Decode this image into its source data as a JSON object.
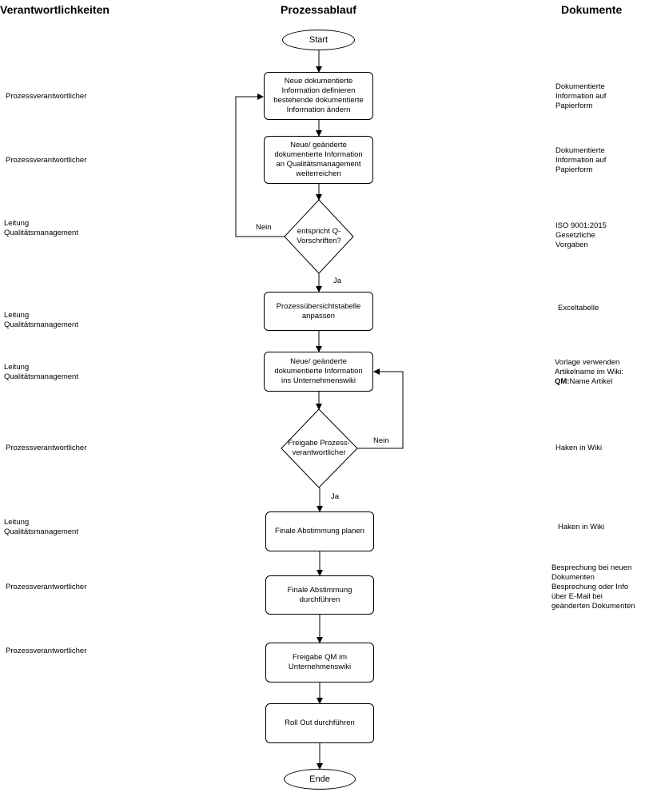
{
  "headers": {
    "responsibilities": "Verantwortlichkeiten",
    "process": "Prozessablauf",
    "documents": "Dokumente"
  },
  "nodes": {
    "start": "Start",
    "n1": "Neue dokumentierte Information definieren bestehende dokumentierte Information ändern",
    "n2": "Neue/ geänderte dokumentierte Information an Qualitätsmanagement weiterreichen",
    "d1": "entspricht Q-Vorschriften?",
    "n3": "Prozessübersichtstabelle anpassen",
    "n4": "Neue/ geänderte dokumentierte Information ins Unternehmenswiki",
    "d2": "Freigabe Prozess-verantwortlicher",
    "n5": "Finale Abstimmung planen",
    "n6": "Finale Abstimmung durchführen",
    "n7": "Freigabe QM im Unternehmenswiki",
    "n8": "Roll Out durchführen",
    "end": "Ende"
  },
  "edges": {
    "d1_no": "Nein",
    "d1_yes": "Ja",
    "d2_no": "Nein",
    "d2_yes": "Ja"
  },
  "responsibilities": [
    "Prozessverantwortlicher",
    "Prozessverantwortlicher",
    "Leitung\nQualitätsmanagement",
    "Leitung\nQualitätsmanagement",
    "Leitung\nQualitätsmanagement",
    "Prozessverantwortlicher",
    "Leitung\nQualitätsmanagement",
    "Prozessverantwortlicher",
    "Prozessverantwortlicher"
  ],
  "documents": [
    "Dokumentierte\nInformation auf\nPapierform",
    "Dokumentierte\nInformation auf\nPapierform",
    "ISO 9001:2015\nGesetzliche\nVorgaben",
    "Exceltabelle",
    "Vorlage verwenden\nArtikelname im Wiki:",
    "Haken in Wiki",
    "Haken in Wiki",
    "Besprechung bei neuen\nDokumenten\nBesprechung oder Info\nüber E-Mail bei\ngeänderten Dokumenten"
  ],
  "wiki_article": {
    "prefix": "QM:",
    "name": "Name Artikel"
  }
}
